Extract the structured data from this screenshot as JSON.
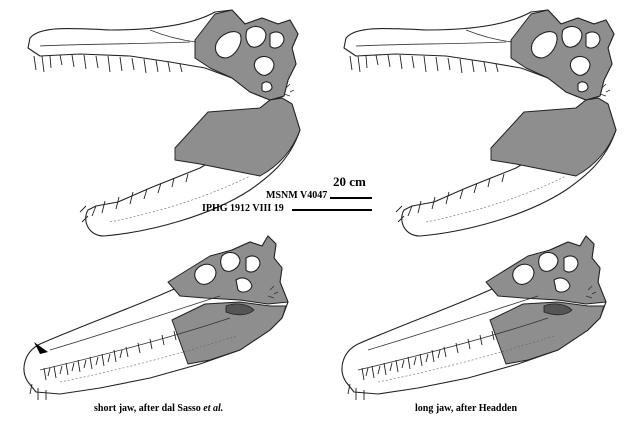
{
  "scale": {
    "label": "20 cm",
    "specimen_a": "MSNM V4047",
    "specimen_b": "IPHG 1912 VIII 19"
  },
  "captions": {
    "left_main": "short jaw, after dal Sasso ",
    "left_italic": "et al.",
    "right": "long jaw, after Headden"
  },
  "colors": {
    "bone_outline": "#222222",
    "shaded_bone": "#8e8e8e",
    "dark_patch": "#555555",
    "background": "#ffffff"
  },
  "icons": {
    "pointer": "black-arrowhead-icon"
  }
}
